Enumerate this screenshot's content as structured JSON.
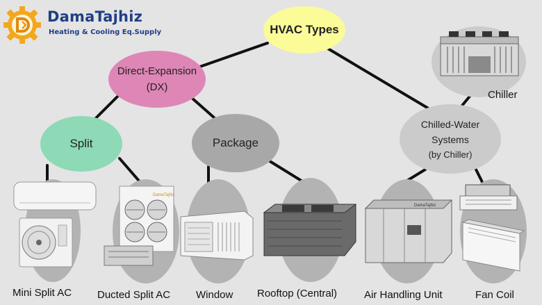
{
  "logo": {
    "brand": "DamaTajhiz",
    "tagline": "Heating & Cooling Eq.Supply"
  },
  "nodes": {
    "root": {
      "label": "HVAC Types",
      "color": "#fbfb98"
    },
    "dx": {
      "line1": "Direct-Expansion",
      "line2": "(DX)",
      "color": "#de86b6"
    },
    "split": {
      "label": "Split",
      "color": "#8ed9b6"
    },
    "package": {
      "label": "Package",
      "color": "#a8a8a8"
    },
    "chilled": {
      "line1": "Chilled-Water",
      "line2": "Systems",
      "line3": "(by Chiller)",
      "color": "#cbcbcb"
    }
  },
  "equipment": {
    "chiller": "Chiller",
    "mini_split": "Mini Split AC",
    "ducted_split": "Ducted Split AC",
    "window": "Window",
    "rooftop": "Rooftop (Central)",
    "ahu": "Air Handling Unit",
    "fan_coil": "Fan Coil"
  },
  "unit_brand_text": "DamaTajhiz"
}
